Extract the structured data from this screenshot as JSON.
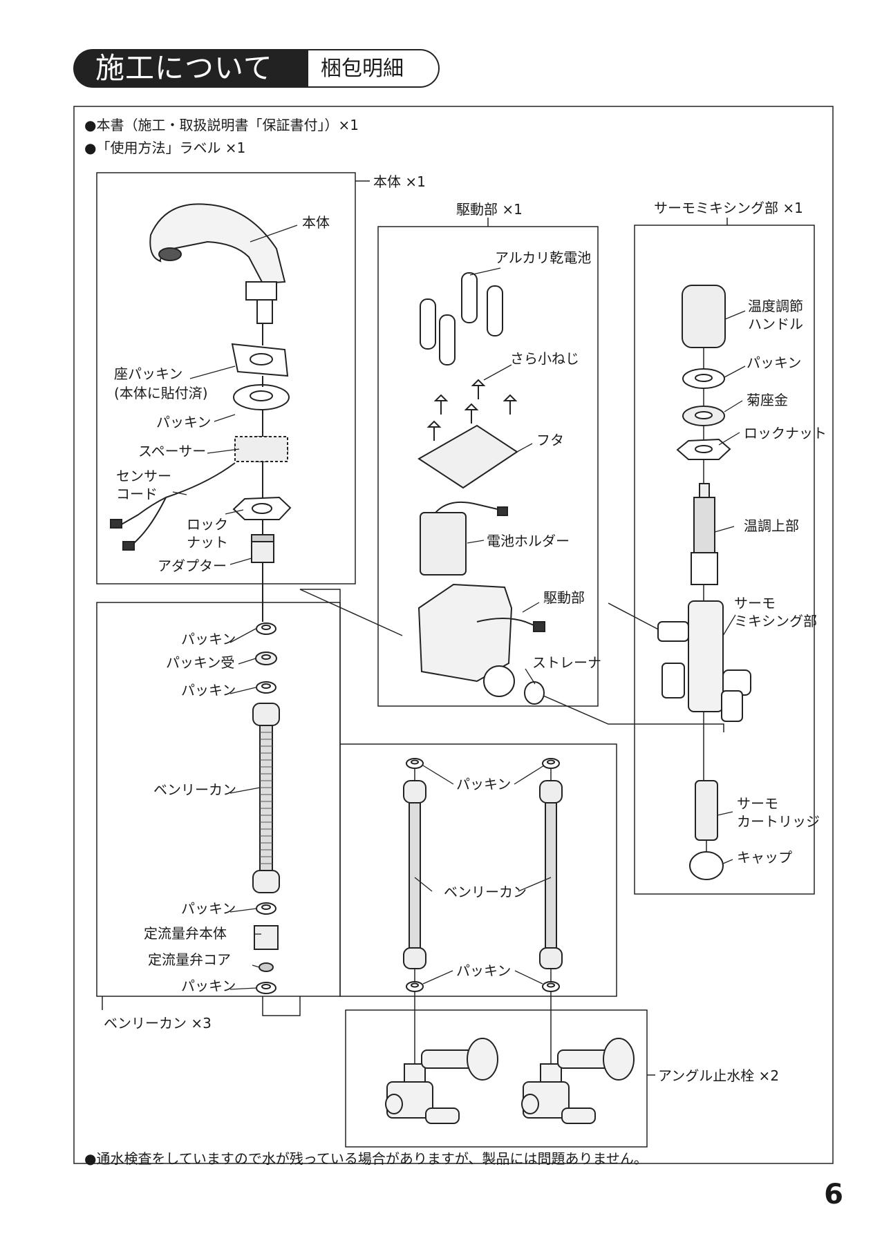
{
  "header": {
    "title": "施工について",
    "subtitle": "梱包明細"
  },
  "notes": {
    "top_1": "●本書（施工・取扱説明書「保証書付」）×1",
    "top_2": "●「使用方法」ラベル ×1",
    "bottom": "●通水検査をしていますので水が残っている場合がありますが、製品には問題ありません。"
  },
  "groups": {
    "body": "本体 ×1",
    "drive": "駆動部 ×1",
    "thermo": "サーモミキシング部 ×1",
    "hose": "ベンリーカン ×3",
    "valve": "アングル止水栓 ×2"
  },
  "labels": {
    "body_main": "本体",
    "seat_packing_1": "座パッキン",
    "seat_packing_2": "(本体に貼付済)",
    "packing": "パッキン",
    "spacer": "スペーサー",
    "sensor_cord_1": "センサー",
    "sensor_cord_2": "コード",
    "lock_nut_1": "ロック",
    "lock_nut_2": "ナット",
    "adapter": "アダプター",
    "battery": "アルカリ乾電池",
    "screw": "さら小ねじ",
    "lid": "フタ",
    "battery_holder": "電池ホルダー",
    "drive_unit": "駆動部",
    "strainer": "ストレーナ",
    "temp_handle_1": "温度調節",
    "temp_handle_2": "ハンドル",
    "chrysanthemum_washer": "菊座金",
    "lock_nut": "ロックナット",
    "temp_upper": "温調上部",
    "thermo_mix_1": "サーモ",
    "thermo_mix_2": "ミキシング部",
    "cartridge_1": "サーモ",
    "cartridge_2": "カートリッジ",
    "cap": "キャップ",
    "packing_receiver": "パッキン受",
    "benri_kan": "ベンリーカン",
    "flow_valve_body": "定流量弁本体",
    "flow_valve_core": "定流量弁コア"
  },
  "page_number": "6"
}
